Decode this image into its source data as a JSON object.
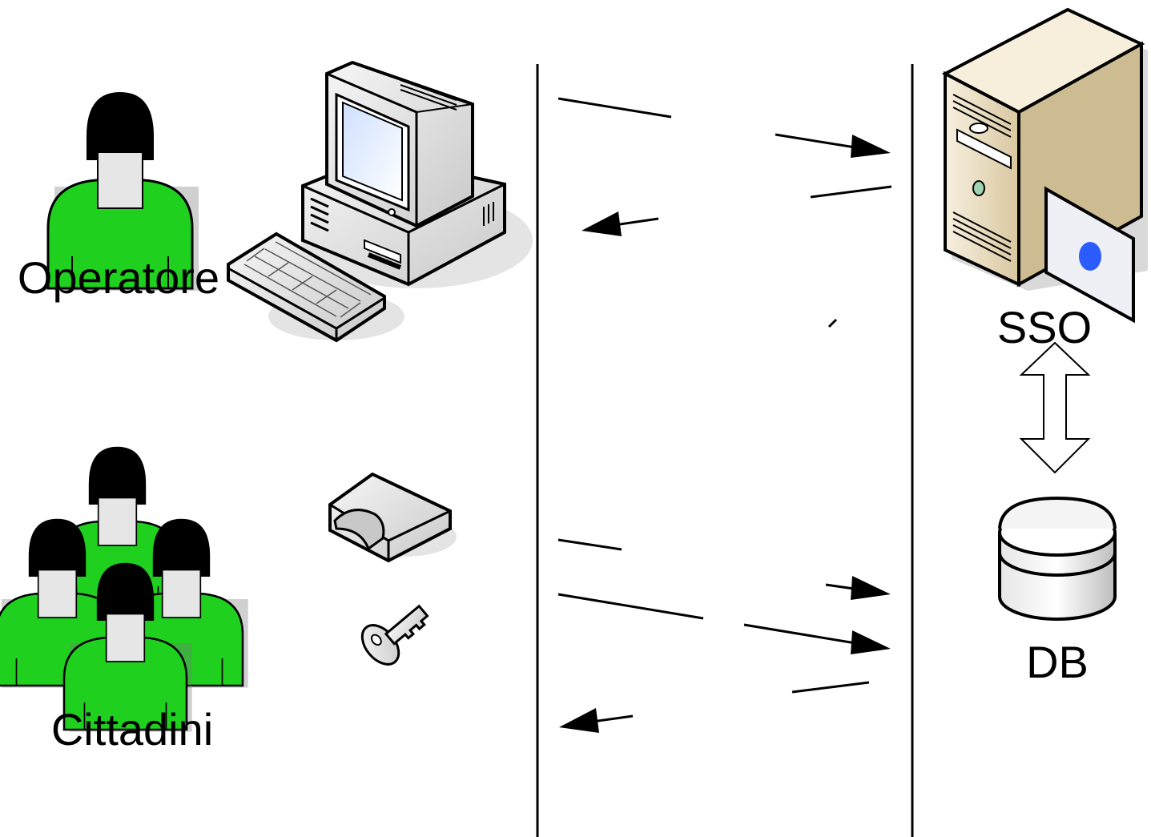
{
  "labels": {
    "operator": "Operatore",
    "citizens": "Cittadini",
    "sso": "SSO",
    "db": "DB"
  },
  "colors": {
    "person_body": "#1fd01f",
    "person_head": "#000000",
    "server_body": "#efe2c6",
    "card_dot": "#2a5cff"
  },
  "icons": {
    "operator": "person-icon",
    "citizens": "group-of-people-icon",
    "computer": "desktop-computer-icon",
    "card_reader": "smart-card-reader-icon",
    "key": "key-icon",
    "server": "server-icon",
    "database": "database-icon",
    "sync": "bidirectional-arrow-icon"
  }
}
